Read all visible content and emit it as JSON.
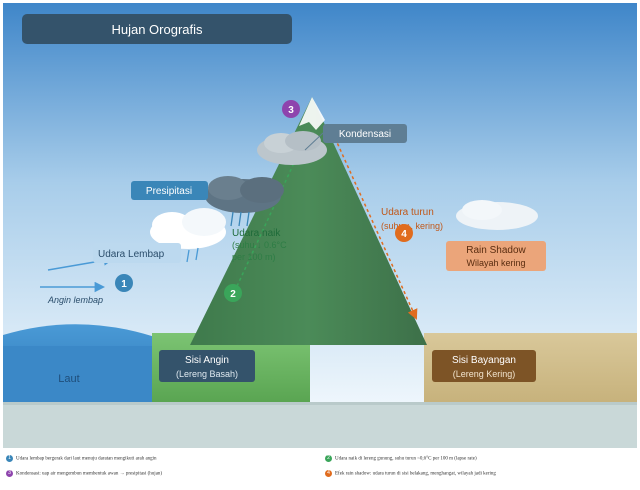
{
  "title": "Hujan Orografis",
  "labels": {
    "laut": "Laut",
    "udara_lembap": "Udara Lembap",
    "angin_lembap": "Angin lembap",
    "presipitasi": "Presipitasi",
    "kondensasi": "Kondensasi",
    "udara_naik": "Udara naik",
    "udara_naik_sub1": "(suhu ↓ 0.6°C",
    "udara_naik_sub2": "per 100 m)",
    "udara_turun": "Udara turun",
    "udara_turun_sub": "(suhu ↑, kering)",
    "rain_shadow": "Rain Shadow",
    "rain_shadow_sub": "Wilayah kering",
    "sisi_angin": "Sisi Angin",
    "sisi_angin_sub": "(Lereng Basah)",
    "sisi_bayangan": "Sisi Bayangan",
    "sisi_bayangan_sub": "(Lereng Kering)"
  },
  "steps": [
    {
      "num": "1",
      "color": "#3a86b8"
    },
    {
      "num": "2",
      "color": "#3aa55a"
    },
    {
      "num": "3",
      "color": "#8e44ad"
    },
    {
      "num": "4",
      "color": "#e06c1e"
    }
  ],
  "legend": [
    {
      "num": "1",
      "color": "#3a86b8",
      "text": "Udara lembap bergerak dari laut menuju daratan mengikuti arah angin"
    },
    {
      "num": "2",
      "color": "#3aa55a",
      "text": "Udara naik di lereng gunung, suhu turun ~0,6°C per 100 m (lapse rate)"
    },
    {
      "num": "3",
      "color": "#8e44ad",
      "text": "Kondensasi: uap air mengembun membentuk awan → presipitasi (hujan)"
    },
    {
      "num": "4",
      "color": "#e06c1e",
      "text": "Efek rain shadow: udara turun di sisi belakang, menghangat, wilayah jadi kering"
    }
  ]
}
